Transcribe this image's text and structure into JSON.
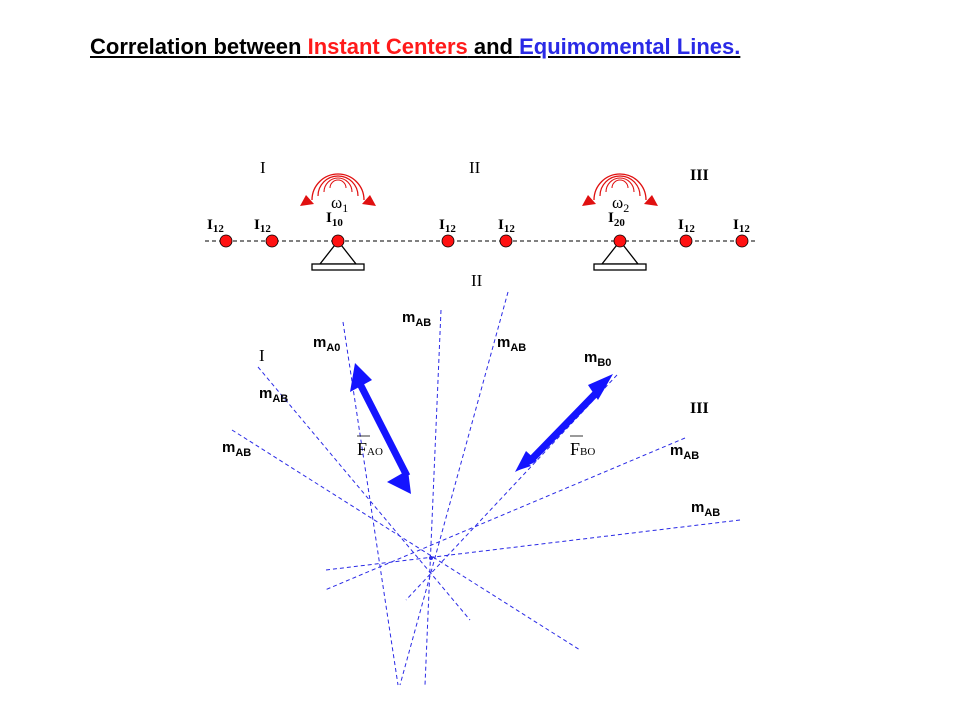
{
  "title": {
    "part1": "Correlation between ",
    "part2": "Instant Centers",
    "part3": " and  ",
    "part4": "Equimomental Lines."
  },
  "regions": {
    "top_I": "I",
    "top_II": "II",
    "top_III": "III",
    "mid_II": "II",
    "low_I": "I",
    "low_III": "III"
  },
  "centers": {
    "i12_a": {
      "main": "I",
      "sub": "12"
    },
    "i12_b": {
      "main": "I",
      "sub": "12"
    },
    "i10": {
      "main": "I",
      "sub": "10"
    },
    "i12_c": {
      "main": "I",
      "sub": "12"
    },
    "i12_d": {
      "main": "I",
      "sub": "12"
    },
    "i20": {
      "main": "I",
      "sub": "20"
    },
    "i12_e": {
      "main": "I",
      "sub": "12"
    },
    "i12_f": {
      "main": "I",
      "sub": "12"
    }
  },
  "omegas": {
    "w1": {
      "main": "ω",
      "sub": "1"
    },
    "w2": {
      "main": "ω",
      "sub": "2"
    }
  },
  "lines": {
    "mA0": {
      "main": "m",
      "sub": "A0"
    },
    "mB0": {
      "main": "m",
      "sub": "B0"
    },
    "mAB_1": {
      "main": "m",
      "sub": "AB"
    },
    "mAB_2": {
      "main": "m",
      "sub": "AB"
    },
    "mAB_3": {
      "main": "m",
      "sub": "AB"
    },
    "mAB_4": {
      "main": "m",
      "sub": "AB"
    },
    "mAB_5": {
      "main": "m",
      "sub": "AB"
    },
    "mAB_6": {
      "main": "m",
      "sub": "AB"
    }
  },
  "forces": {
    "fA": {
      "main": "F",
      "sub": "AO"
    },
    "fB": {
      "main": "F",
      "sub": "BO"
    }
  },
  "colors": {
    "center_dot": "#ff1111",
    "omega_arc": "#e01010",
    "force_arrow": "#1414ff",
    "dashed_line": "#2a2ae6",
    "title_red": "#ff1a1a",
    "title_blue": "#2a2ae6"
  }
}
